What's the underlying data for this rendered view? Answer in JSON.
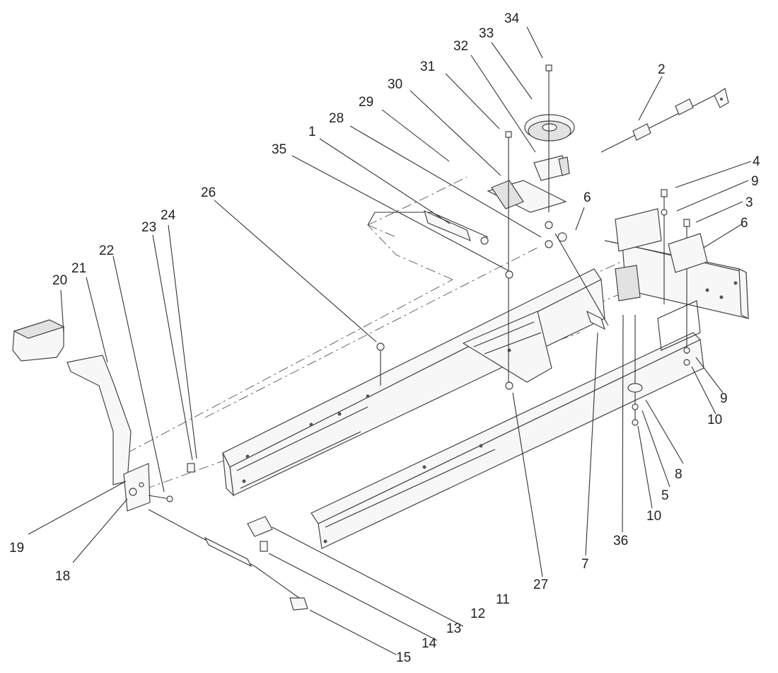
{
  "diagram": {
    "callouts": [
      "34",
      "33",
      "32",
      "31",
      "30",
      "2",
      "29",
      "28",
      "1",
      "35",
      "4",
      "9",
      "3",
      "6",
      "26",
      "24",
      "23",
      "22",
      "21",
      "20",
      "19",
      "18",
      "13",
      "14",
      "15",
      "12",
      "11",
      "27",
      "7",
      "36",
      "10",
      "5",
      "8"
    ],
    "colors": {
      "ink": "#333333",
      "background": "#ffffff"
    }
  }
}
